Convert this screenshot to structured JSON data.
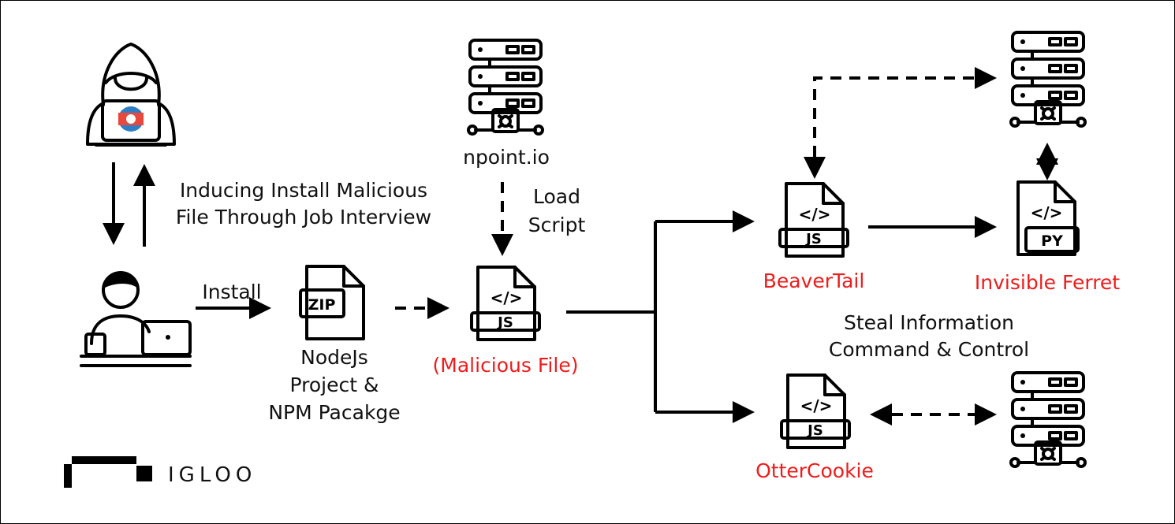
{
  "labels": {
    "inducing_line1": "Inducing Install Malicious",
    "inducing_line2": "File Through Job Interview",
    "install": "Install",
    "nodejs_line1": "NodeJs",
    "nodejs_line2": "Project &",
    "nodejs_line3": "NPM Pacakge",
    "malicious_file": "(Malicious File)",
    "npoint": "npoint.io",
    "load_line1": "Load",
    "load_line2": "Script",
    "beavertail": "BeaverTail",
    "invisible_ferret": "Invisible Ferret",
    "steal_line1": "Steal Information",
    "steal_line2": "Command & Control",
    "ottercookie": "OtterCookie",
    "js": "JS",
    "py": "PY",
    "zip": "ZIP",
    "code": "</>"
  },
  "logo": {
    "text": "IGLOO"
  },
  "colors": {
    "malware_label": "#ee1c1c",
    "flag_red": "#e8493c",
    "flag_blue": "#2f7ec4"
  },
  "icons": [
    "hacker-icon",
    "developer-icon",
    "zip-file-icon",
    "js-file-icon",
    "py-file-icon",
    "server-icon"
  ]
}
